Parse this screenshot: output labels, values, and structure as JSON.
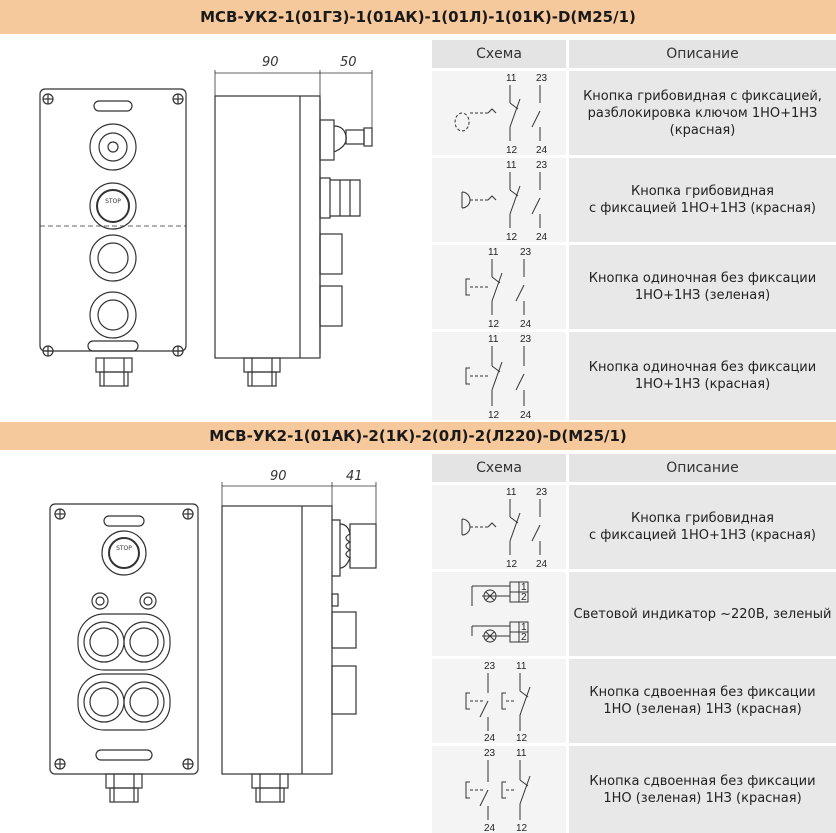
{
  "section1": {
    "title": "МСВ-УК2-1(01ГЗ)-1(01АК)-1(01Л)-1(01К)-D(М25/1)",
    "dim_width": "90",
    "dim_depth": "50",
    "header": {
      "scheme": "Схема",
      "description": "Описание"
    },
    "rows": [
      {
        "description": "Кнопка грибовидная с фиксацией,\nразблокировка ключом 1НО+1НЗ\n(красная)",
        "pins": [
          "11",
          "23",
          "12",
          "24"
        ]
      },
      {
        "description": "Кнопка грибовидная\nс фиксацией 1НО+1НЗ (красная)",
        "pins": [
          "11",
          "23",
          "12",
          "24"
        ]
      },
      {
        "description": "Кнопка одиночная без фиксации\n1НО+1НЗ (зеленая)",
        "pins": [
          "11",
          "23",
          "12",
          "24"
        ]
      },
      {
        "description": "Кнопка одиночная без фиксации\n1НО+1НЗ (красная)",
        "pins": [
          "11",
          "23",
          "12",
          "24"
        ]
      }
    ]
  },
  "section2": {
    "title": "МСВ-УК2-1(01АК)-2(1К)-2(0Л)-2(Л220)-D(М25/1)",
    "dim_width": "90",
    "dim_depth": "41",
    "header": {
      "scheme": "Схема",
      "description": "Описание"
    },
    "rows": [
      {
        "description": "Кнопка грибовидная\nс фиксацией 1НО+1НЗ (красная)",
        "pins": [
          "11",
          "23",
          "12",
          "24"
        ]
      },
      {
        "description": "Световой индикатор ~220В, зеленый",
        "pins": [
          "1",
          "2",
          "1",
          "2"
        ]
      },
      {
        "description": "Кнопка сдвоенная без фиксации\n1НО (зеленая) 1НЗ (красная)",
        "pins": [
          "23",
          "11",
          "24",
          "12"
        ]
      },
      {
        "description": "Кнопка сдвоенная без фиксации\n1НО (зеленая) 1НЗ (красная)",
        "pins": [
          "23",
          "11",
          "24",
          "12"
        ]
      }
    ]
  },
  "panel_label": {
    "top": "STOP"
  }
}
